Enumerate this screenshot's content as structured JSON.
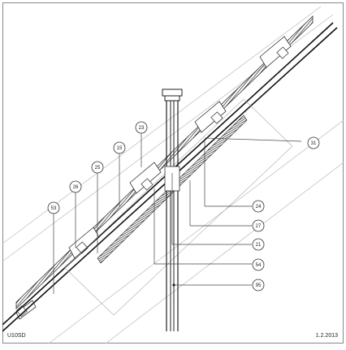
{
  "drawing": {
    "code": "U10SD",
    "date": "1.2.2013"
  },
  "callouts": [
    {
      "id": "53"
    },
    {
      "id": "26"
    },
    {
      "id": "25"
    },
    {
      "id": "15"
    },
    {
      "id": "23"
    },
    {
      "id": "31"
    },
    {
      "id": "24"
    },
    {
      "id": "27"
    },
    {
      "id": "21"
    },
    {
      "id": "54"
    },
    {
      "id": "95"
    }
  ]
}
